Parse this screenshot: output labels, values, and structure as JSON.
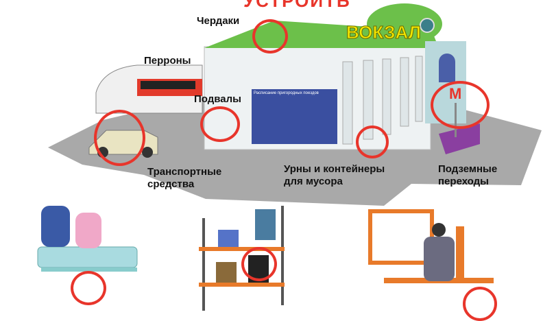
{
  "heading": "УСТРОИТЬ",
  "station_sign": "ВОКЗАЛ",
  "schedule_board": "Расписание пригородных поездов",
  "metro_sign": "М",
  "labels": {
    "attics": "Чердаки",
    "platforms": "Перроны",
    "basements": "Подвалы",
    "vehicles_1": "Транспортные",
    "vehicles_2": "средства",
    "bins_1": "Урны и контейнеры",
    "bins_2": "для мусора",
    "underpass_1": "Подземные",
    "underpass_2": "переходы"
  },
  "colors": {
    "highlight": "#e8352b",
    "roof": "#6cc04a",
    "sign": "#f2e600",
    "ground": "#a9a9a9"
  }
}
